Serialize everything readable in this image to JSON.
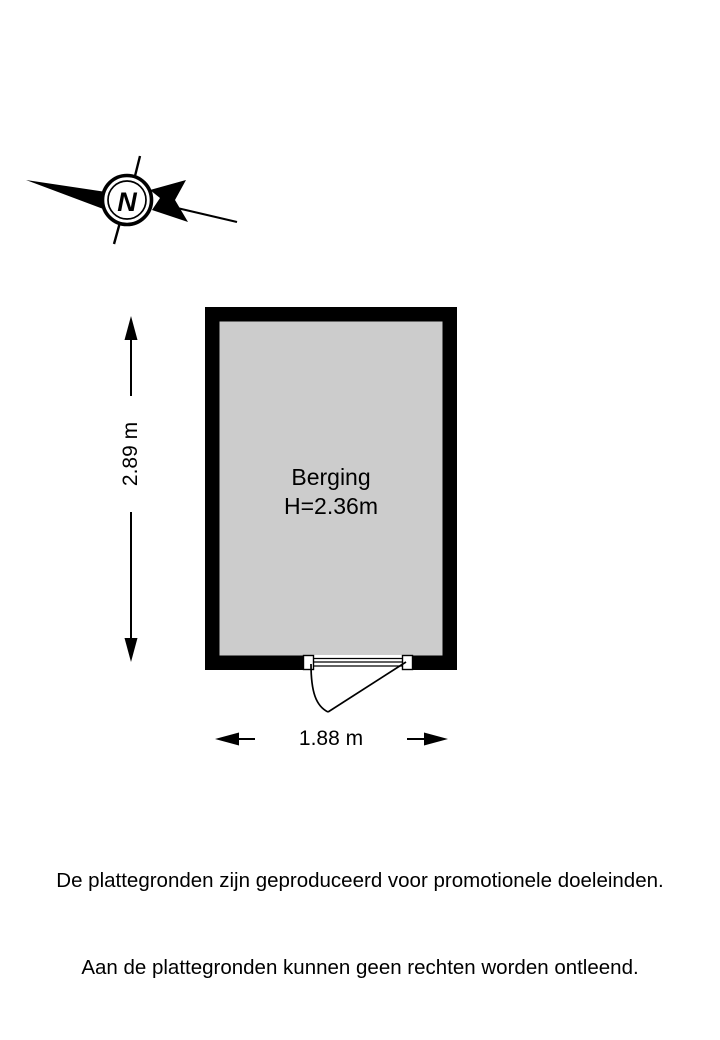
{
  "document": {
    "type": "floor-plan",
    "background_color": "#ffffff"
  },
  "compass": {
    "label": "N",
    "name": "north-arrow",
    "color": "#000000"
  },
  "floorplan": {
    "wall_color": "#000000",
    "floor_color": "#cccccc",
    "outline_color": "#000000",
    "rooms": [
      {
        "name": "Berging",
        "height_label": "H=2.36m"
      }
    ],
    "door": {
      "name": "swing-door",
      "swing": "outward-left"
    }
  },
  "dimensions": {
    "width": {
      "value": "1.88 m",
      "orientation": "horizontal"
    },
    "height": {
      "value": "2.89 m",
      "orientation": "vertical"
    }
  },
  "disclaimer": {
    "line1": "De plattegronden zijn geproduceerd voor promotionele doeleinden.",
    "line2": "Aan de plattegronden kunnen geen rechten worden ontleend."
  }
}
